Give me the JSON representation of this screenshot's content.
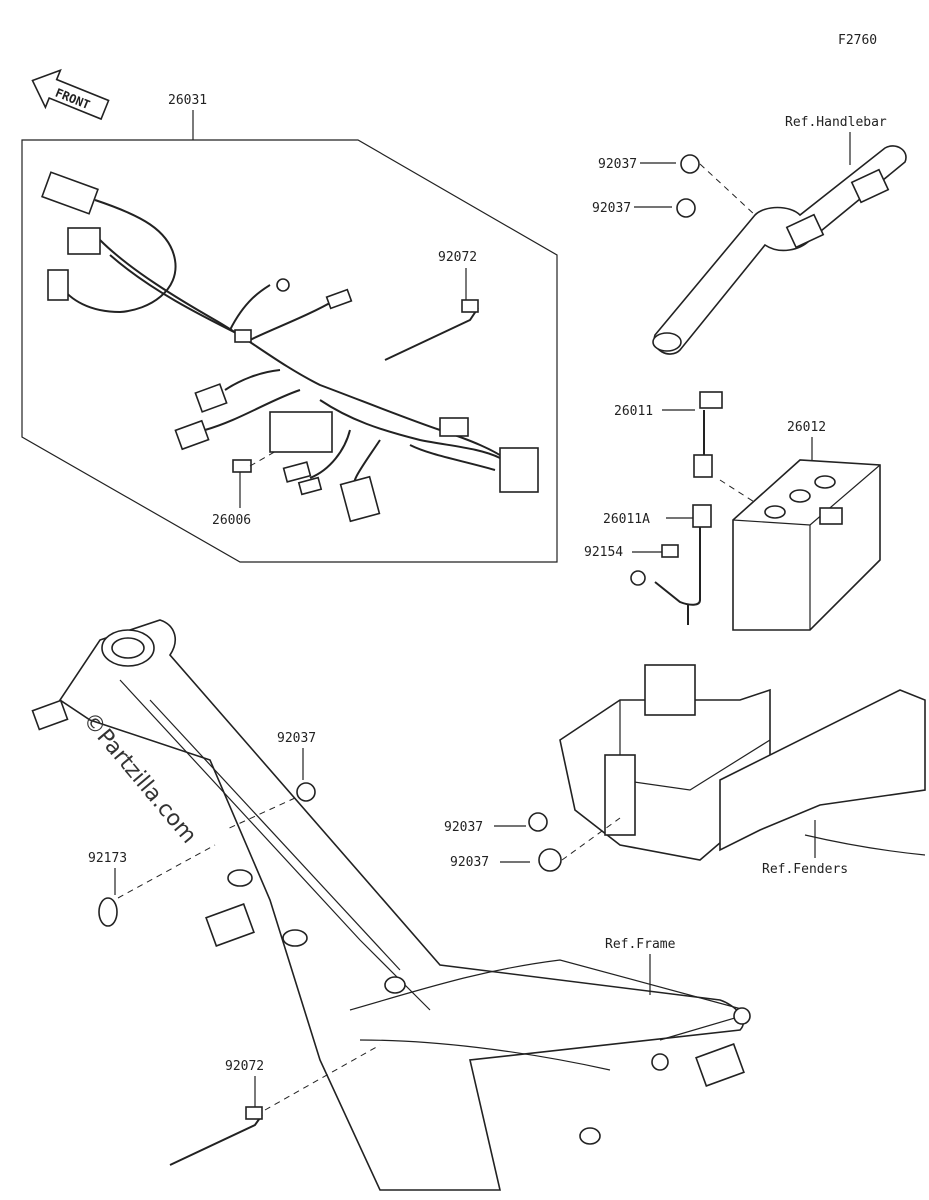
{
  "figure_code": "F2760",
  "front_label": "FRONT",
  "watermark": "©Partzilla.com",
  "refs": {
    "handlebar": "Ref.Handlebar",
    "fenders": "Ref.Fenders",
    "frame": "Ref.Frame"
  },
  "callouts": [
    {
      "id": "c1",
      "label": "26031"
    },
    {
      "id": "c2",
      "label": "92072"
    },
    {
      "id": "c3",
      "label": "26006"
    },
    {
      "id": "c4",
      "label": "92037"
    },
    {
      "id": "c5",
      "label": "92037"
    },
    {
      "id": "c6",
      "label": "26011"
    },
    {
      "id": "c7",
      "label": "26012"
    },
    {
      "id": "c8",
      "label": "26011A"
    },
    {
      "id": "c9",
      "label": "92154"
    },
    {
      "id": "c10",
      "label": "92037"
    },
    {
      "id": "c11",
      "label": "92037"
    },
    {
      "id": "c12",
      "label": "92037"
    },
    {
      "id": "c13",
      "label": "92173"
    },
    {
      "id": "c14",
      "label": "92072"
    }
  ]
}
